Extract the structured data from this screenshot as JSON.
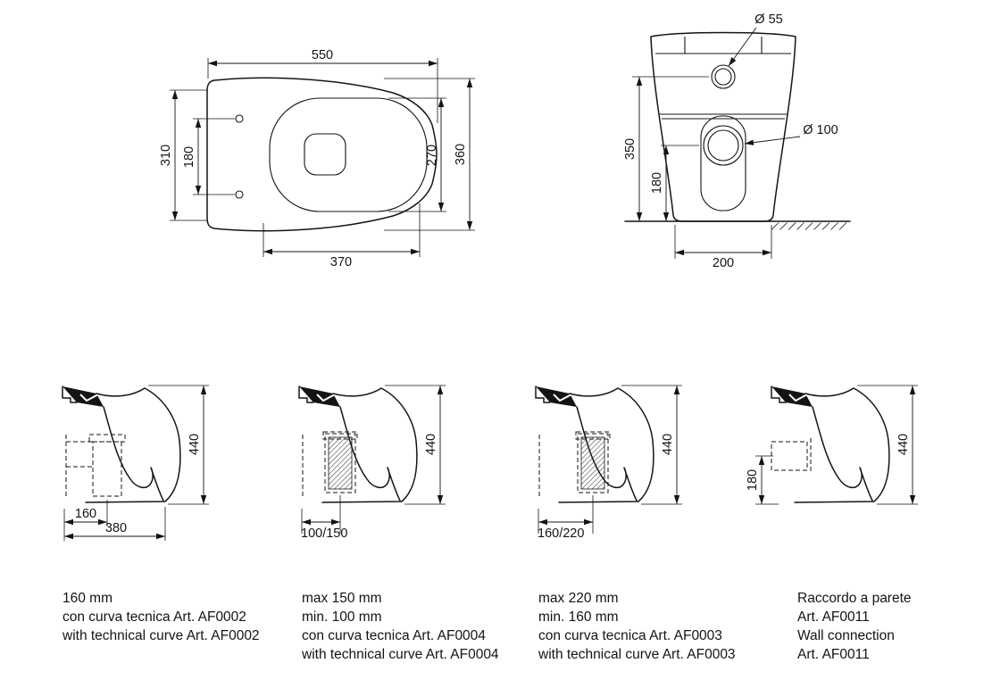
{
  "drawing": {
    "top_view": {
      "dim_overall_length": "550",
      "dim_seat_depth": "310",
      "dim_hinge_spacing": "180",
      "dim_bowl_width": "270",
      "dim_overall_width": "360",
      "dim_front_width": "370"
    },
    "front_view": {
      "inlet_label": "Ø 55",
      "outlet_label": "Ø 100",
      "dim_inlet_height": "350",
      "dim_outlet_height": "180",
      "dim_base_width": "200"
    },
    "profiles": [
      {
        "height": "440",
        "dim_a": "160",
        "dim_b": "380",
        "caption": [
          "160 mm",
          "con curva tecnica Art. AF0002",
          "with technical curve Art. AF0002"
        ]
      },
      {
        "height": "440",
        "dim_a": "100/150",
        "caption": [
          "max 150 mm",
          "min. 100 mm",
          "con curva tecnica Art. AF0004",
          "with technical curve Art. AF0004"
        ]
      },
      {
        "height": "440",
        "dim_a": "160/220",
        "caption": [
          "max 220 mm",
          "min. 160 mm",
          "con curva tecnica Art. AF0003",
          "with technical curve Art. AF0003"
        ]
      },
      {
        "height": "440",
        "dim_a": "180",
        "caption": [
          "Raccordo a parete",
          "Art. AF0011",
          "Wall connection",
          "Art. AF0011"
        ]
      }
    ]
  }
}
